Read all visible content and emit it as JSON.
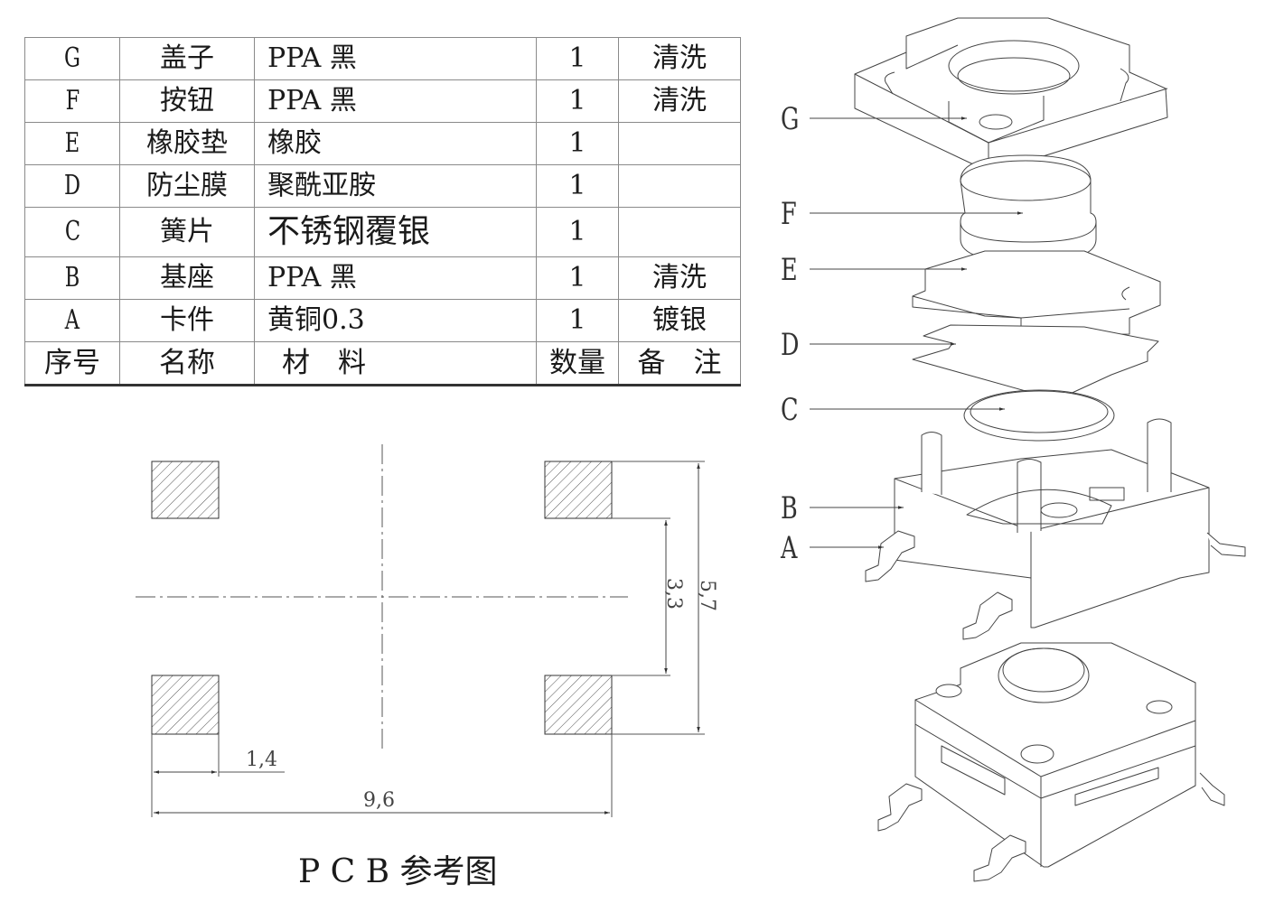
{
  "bom_table": {
    "rows": [
      {
        "id": "G",
        "name": "盖子",
        "material": "PPA 黑",
        "qty": "1",
        "note": "清洗"
      },
      {
        "id": "F",
        "name": "按钮",
        "material": "PPA 黑",
        "qty": "1",
        "note": "清洗"
      },
      {
        "id": "E",
        "name": "橡胶垫",
        "material": "橡胶",
        "qty": "1",
        "note": ""
      },
      {
        "id": "D",
        "name": "防尘膜",
        "material": "聚酰亚胺",
        "qty": "1",
        "note": ""
      },
      {
        "id": "C",
        "name": "簧片",
        "material": "不锈钢覆银",
        "qty": "1",
        "note": ""
      },
      {
        "id": "B",
        "name": "基座",
        "material": "PPA 黑",
        "qty": "1",
        "note": "清洗"
      },
      {
        "id": "A",
        "name": "卡件",
        "material": "黄铜0.3",
        "qty": "1",
        "note": "镀银"
      }
    ],
    "header": {
      "id": "序号",
      "name": "名称",
      "material": "材　料",
      "qty": "数量",
      "note": "备　注"
    }
  },
  "pcb_layout": {
    "title": "P C B 参考图",
    "dimensions": {
      "pad_width": "1,4",
      "total_width": "9,6",
      "inner_gap": "3,3",
      "total_height": "5,7"
    }
  },
  "exploded_view": {
    "callouts": [
      "G",
      "F",
      "E",
      "D",
      "C",
      "B",
      "A"
    ]
  },
  "colors": {
    "line": "#333333",
    "grid": "#8a8a8a",
    "text": "#1a1a1a"
  }
}
